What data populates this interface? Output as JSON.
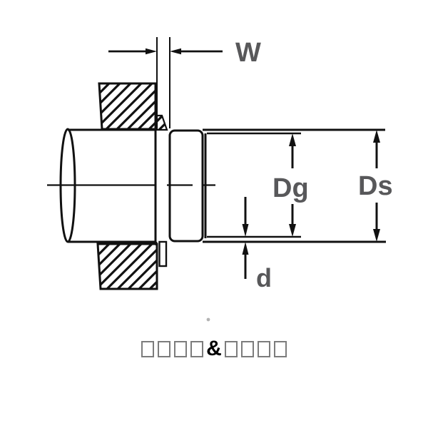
{
  "figure": {
    "type": "retaining-ring-shaft-groove-cross-section",
    "labels": {
      "w": "W",
      "dg": "Dg",
      "ds": "Ds",
      "d": "d"
    },
    "colors": {
      "line": "#111111",
      "label": "#58585a",
      "caption_box_border": "#7c7c7c",
      "caption_text": "#000000"
    }
  },
  "caption": {
    "left": "□□□□",
    "separator": "&",
    "right": "□□□□"
  }
}
